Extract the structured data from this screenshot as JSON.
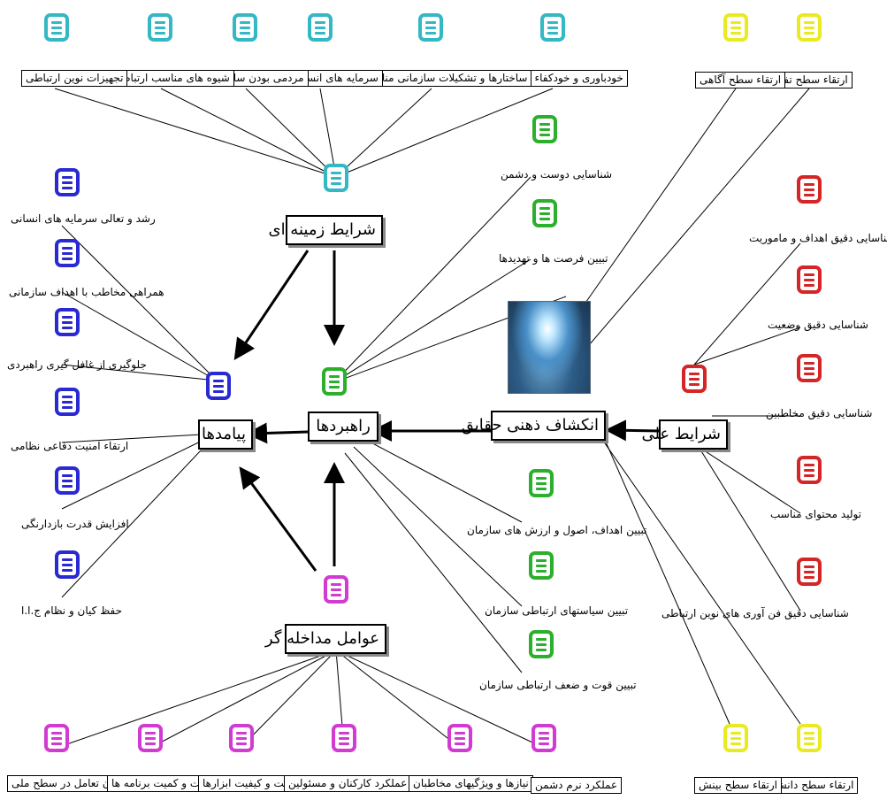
{
  "colors": {
    "teal": "#33b8c4",
    "blue": "#2a2ad2",
    "green": "#2caf2c",
    "red": "#d42626",
    "magenta": "#d23bd2",
    "yellow": "#eaea22"
  },
  "central": {
    "context": "شرایط زمینه ای",
    "strategies": "راهبردها",
    "outcomes": "پیامدها",
    "intervening": "عوامل مداخله گر",
    "core": "انکشاف ذهنی حقایق",
    "causal": "شرایط علی"
  },
  "context_items": [
    "خودباوری و خودکفاء بودن",
    "ساختارها و تشکیلات سازمانی مناسب",
    "سرمایه های انسانی",
    "مردمی بودن سازمان",
    "شیوه های مناسب ارتباطی",
    "تجهیزات نوین ارتباطی"
  ],
  "yellow_top": [
    "ارتقاء سطح تفکر",
    "ارتقاء سطح آگاهی"
  ],
  "yellow_bottom": [
    "ارتقاء سطح دانش",
    "ارتقاء سطح بینش"
  ],
  "green_top": [
    "شناسایی دوست و دشمن",
    "تبیین فرصت ها و تهدیدها"
  ],
  "green_bottom": [
    "تبیین اهداف، اصول و ارزش های سازمان",
    "تبیین سیاستهای ارتباطی سازمان",
    "تبیین قوت و ضعف ارتباطی سازمان"
  ],
  "outcome_items": [
    "رشد و تعالی سرمایه های انسانی",
    "همراهی مخاطب با اهداف سازمانی",
    "جلوگیری از غافل گیری راهبردی",
    "ارتقاء امنیت دفاعی نظامی",
    "افزایش قدرت بازدارنگی",
    "حفظ کیان و نظام ج.ا.ا"
  ],
  "causal_items": [
    "شناسایی دقیق اهداف و ماموریت",
    "شناسایی دقیق وضعیت",
    "شناسایی دقیق مخاطبین",
    "تولید محتوای مناسب",
    "شناسایی دقیق فن آوری های نوین ارتباطی"
  ],
  "intervening_items": [
    "میزان تعامل در سطح ملی",
    "کیفیت و کمیت برنامه ها",
    "کمیت و کیفیت ابزارها",
    "کیفیت عملکرد کارکنان و مسئولین",
    "نیازها و ویژگیهای مخاطبان",
    "عملکرد نرم دشمن"
  ]
}
